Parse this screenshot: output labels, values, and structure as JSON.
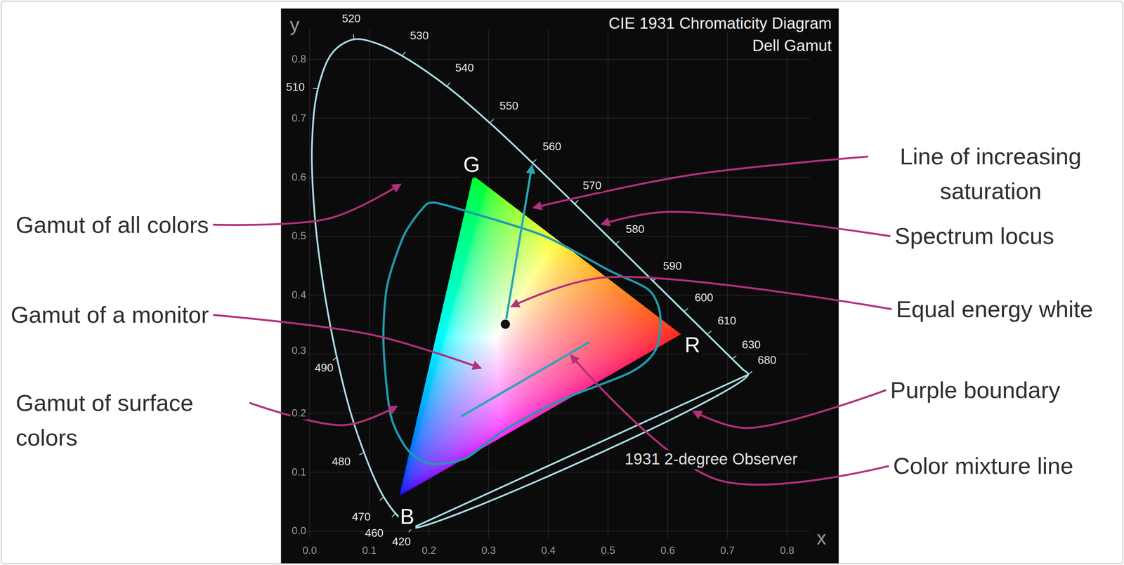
{
  "diagram": {
    "title": "CIE 1931 Chromaticity Diagram",
    "labels": [
      "Dell Gamut",
      "1931 2-degree Observer",
      "Gamut of all colors",
      "Gamut of a monitor",
      "Gamut of surface colors",
      "Line of increasing saturation",
      "Spectrum locus",
      "Equal energy white",
      "Purple boundary",
      "Color mixture line",
      "G",
      "R",
      "B",
      "x",
      "y",
      "520",
      "530",
      "540",
      "550",
      "560",
      "570",
      "580",
      "590",
      "600",
      "610",
      "630",
      "680",
      "510",
      "490",
      "480",
      "470",
      "460",
      "420",
      "0.0",
      "0.1",
      "0.2",
      "0.3",
      "0.4",
      "0.5",
      "0.6",
      "0.7",
      "0.8",
      "0.0",
      "0.1",
      "0.2",
      "0.3",
      "0.4",
      "0.5",
      "0.6",
      "0.7",
      "0.8"
    ]
  }
}
